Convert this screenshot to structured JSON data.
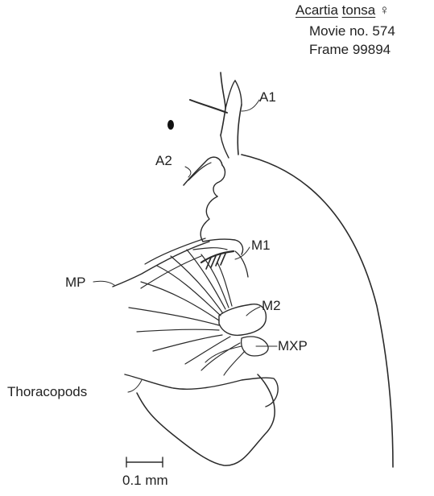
{
  "title": {
    "genus": "Acartia",
    "species": "tonsa",
    "sex_symbol": "♀",
    "movie": "Movie no. 574",
    "frame": "Frame 99894"
  },
  "labels": {
    "a1": "A1",
    "a2": "A2",
    "m1": "M1",
    "m2": "M2",
    "mxp": "MXP",
    "mp": "MP",
    "thoracopods": "Thoracopods"
  },
  "scale_bar": {
    "label": "0.1 mm"
  },
  "colors": {
    "ink": "#2a2a2a",
    "background": "#ffffff"
  }
}
